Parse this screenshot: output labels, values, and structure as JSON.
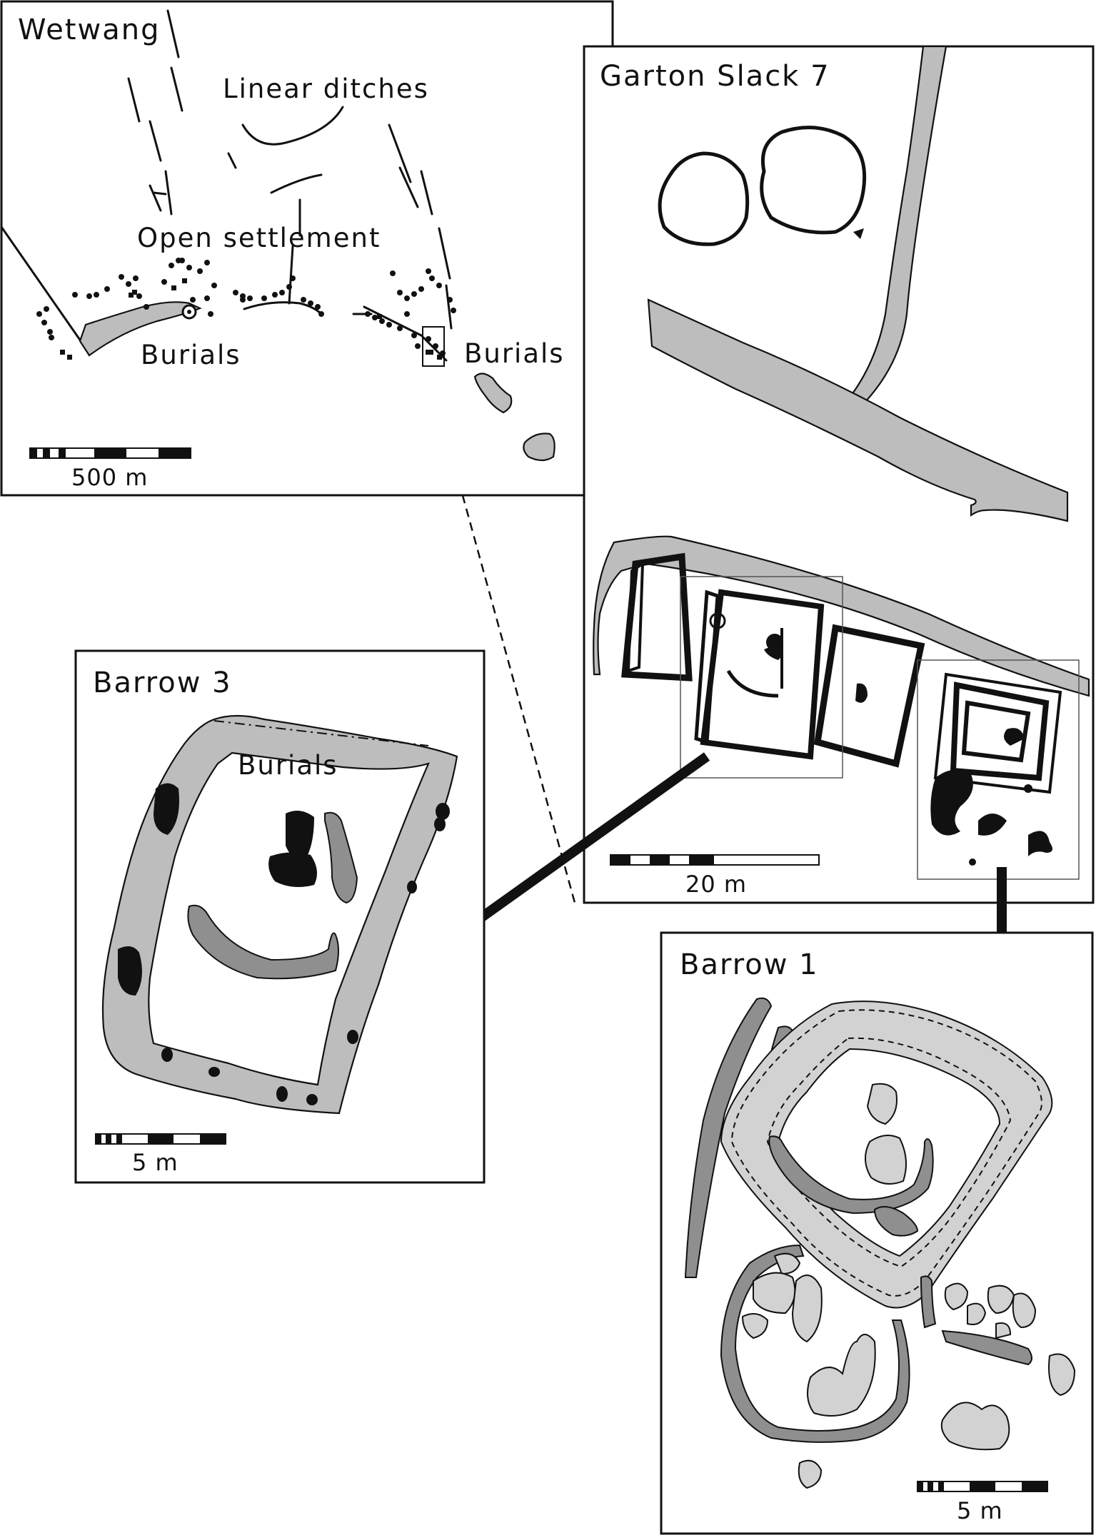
{
  "panels": {
    "wetwang": {
      "title": "Wetwang",
      "label_linear_ditches": "Linear ditches",
      "label_open_settlement": "Open settlement",
      "label_burials_left": "Burials",
      "label_burials_right": "Burials",
      "scale_label": "500 m"
    },
    "garton_slack": {
      "title": "Garton Slack 7",
      "scale_label": "20 m"
    },
    "barrow3": {
      "title": "Barrow 3",
      "label_burials": "Burials",
      "scale_label": "5 m"
    },
    "barrow1": {
      "title": "Barrow 1",
      "scale_label": "5 m"
    }
  },
  "colors": {
    "ink": "#111111",
    "fill_grey": "#bdbdbd",
    "fill_dark_grey": "#8f8f8f",
    "fill_light_grey": "#d2d2d2",
    "background": "#ffffff"
  }
}
